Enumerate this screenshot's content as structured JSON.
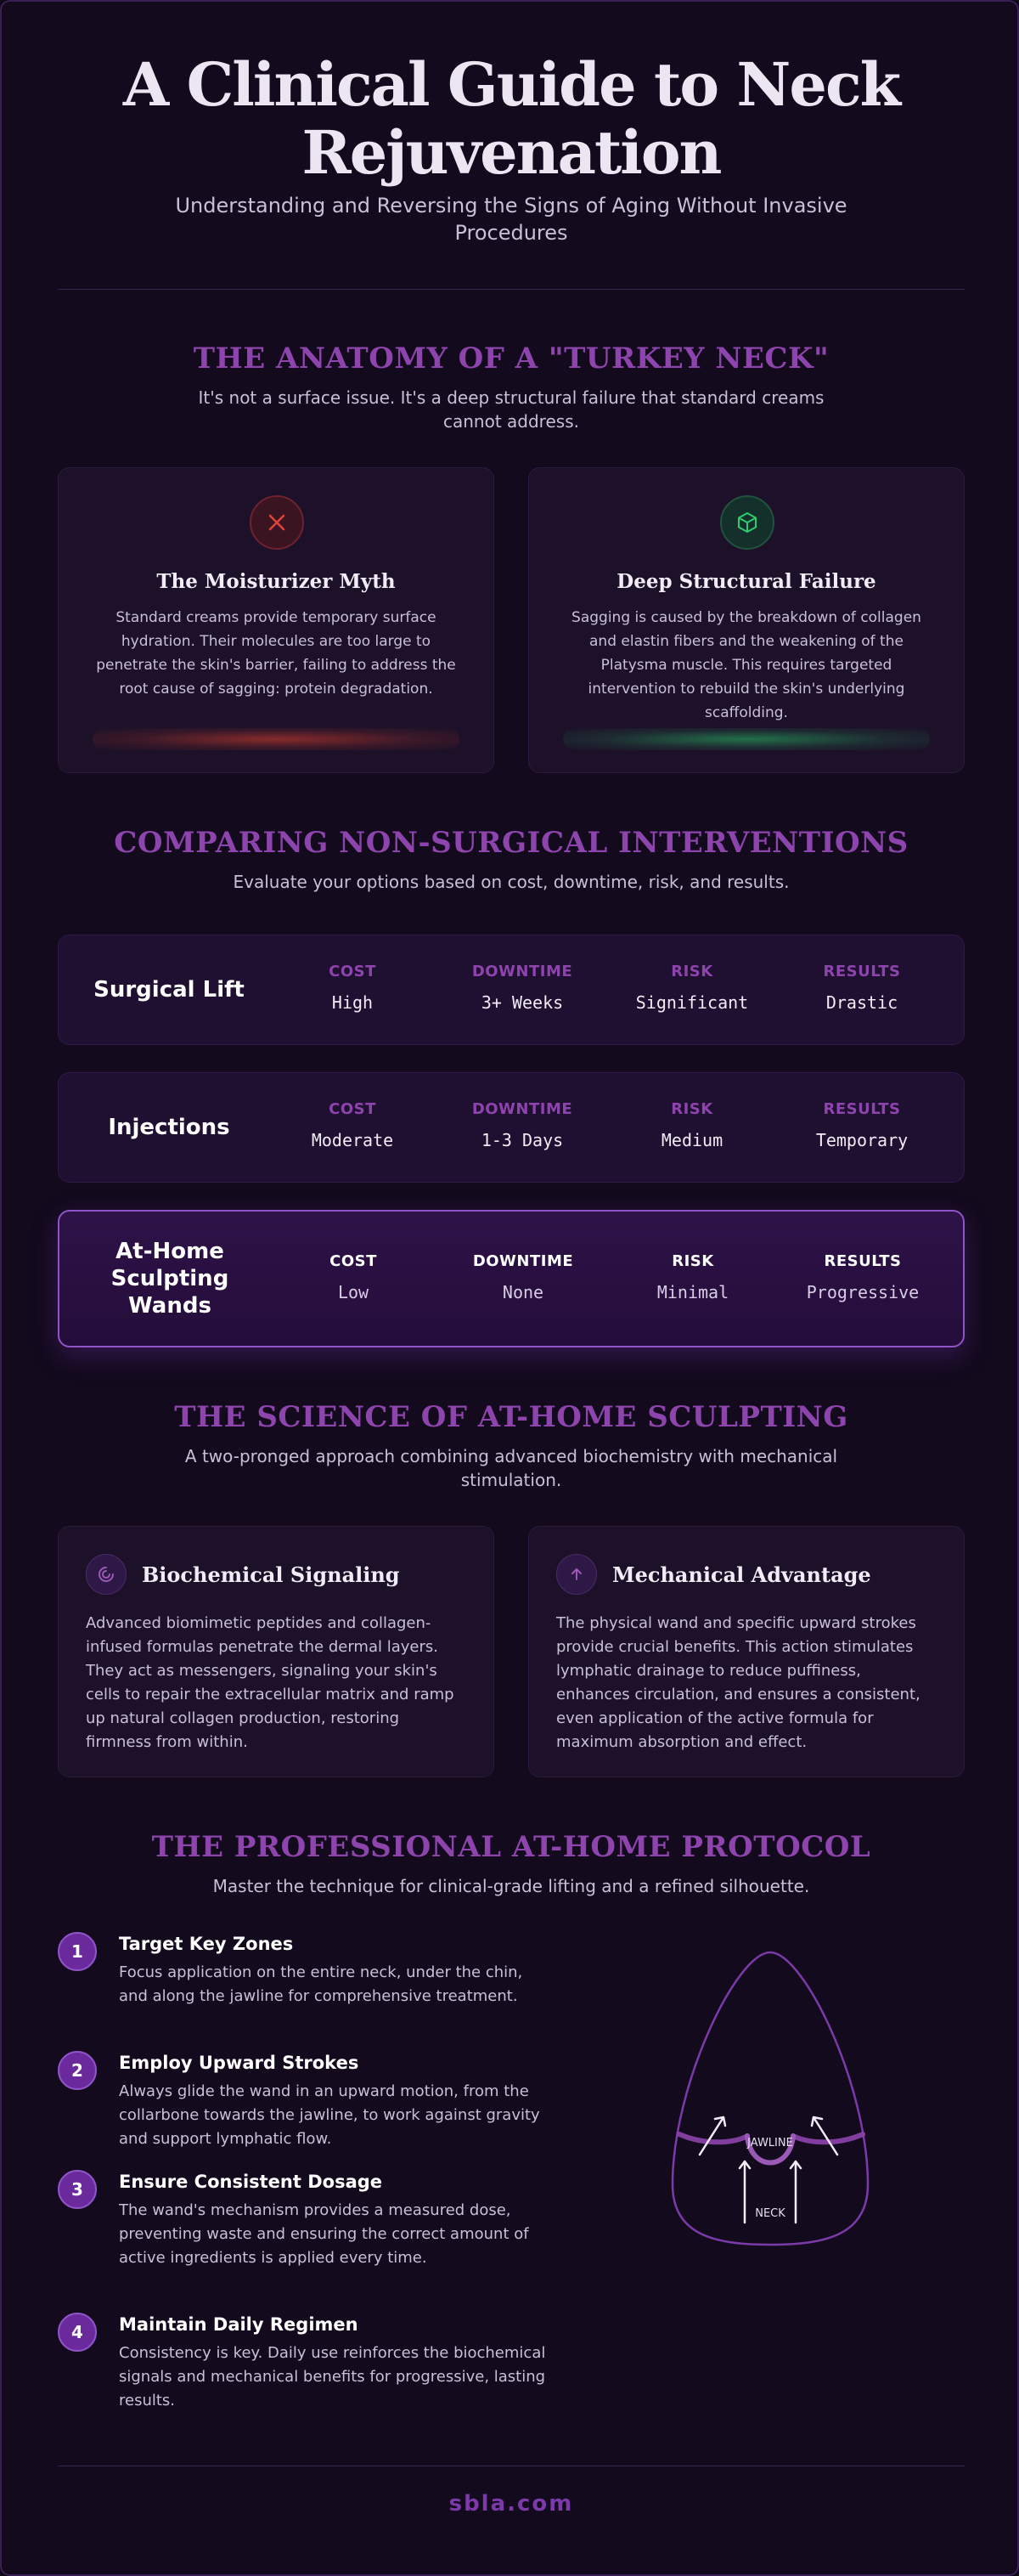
{
  "hero": {
    "title_line1": "A Clinical Guide to Neck",
    "title_line2": "Rejuvenation",
    "subtitle": "Understanding and Reversing the Signs of Aging Without Invasive Procedures"
  },
  "anatomy": {
    "title": "THE ANATOMY OF A \"TURKEY NECK\"",
    "subtitle": "It's not a surface issue. It's a deep structural failure that standard creams cannot address.",
    "cards": [
      {
        "icon": "x-icon",
        "title": "The Moisturizer Myth",
        "text": "Standard creams provide temporary surface hydration. Their molecules are too large to penetrate the skin's barrier, failing to address the root cause of sagging: protein degradation.",
        "accent": "#c0392b"
      },
      {
        "icon": "cube-icon",
        "title": "Deep Structural Failure",
        "text": "Sagging is caused by the breakdown of collagen and elastin fibers and the weakening of the Platysma muscle. This requires targeted intervention to rebuild the skin's underlying scaffolding.",
        "accent": "#27ae60"
      }
    ]
  },
  "compare": {
    "title": "COMPARING NON-SURGICAL INTERVENTIONS",
    "subtitle": "Evaluate your options based on cost, downtime, risk, and results.",
    "headers": [
      "COST",
      "DOWNTIME",
      "RISK",
      "RESULTS"
    ],
    "rows": [
      {
        "name": "Surgical Lift",
        "values": [
          "High",
          "3+ Weeks",
          "Significant",
          "Drastic"
        ]
      },
      {
        "name": "Injections",
        "values": [
          "Moderate",
          "1-3 Days",
          "Medium",
          "Temporary"
        ]
      },
      {
        "name": "At-Home Sculpting Wands",
        "values": [
          "Low",
          "None",
          "Minimal",
          "Progressive"
        ]
      }
    ]
  },
  "science": {
    "title": "THE SCIENCE OF AT-HOME SCULPTING",
    "subtitle": "A two-pronged approach combining advanced biochemistry with mechanical stimulation.",
    "cards": [
      {
        "icon": "spiral-icon",
        "title": "Biochemical Signaling",
        "text": "Advanced biomimetic peptides and collagen-infused formulas penetrate the dermal layers. They act as messengers, signaling your skin's cells to repair the extracellular matrix and ramp up natural collagen production, restoring firmness from within."
      },
      {
        "icon": "arrow-up-icon",
        "title": "Mechanical Advantage",
        "text": "The physical wand and specific upward strokes provide crucial benefits. This action stimulates lymphatic drainage to reduce puffiness, enhances circulation, and ensures a consistent, even application of the active formula for maximum absorption and effect."
      }
    ]
  },
  "protocol": {
    "title": "THE PROFESSIONAL AT-HOME PROTOCOL",
    "subtitle": "Master the technique for clinical-grade lifting and a refined silhouette.",
    "steps": [
      {
        "num": "1",
        "title": "Target Key Zones",
        "text": "Focus application on the entire neck, under the chin, and along the jawline for comprehensive treatment."
      },
      {
        "num": "2",
        "title": "Employ Upward Strokes",
        "text": "Always glide the wand in an upward motion, from the collarbone towards the jawline, to work against gravity and support lymphatic flow."
      },
      {
        "num": "3",
        "title": "Ensure Consistent Dosage",
        "text": "The wand's mechanism provides a measured dose, preventing waste and ensuring the correct amount of active ingredients is applied every time."
      },
      {
        "num": "4",
        "title": "Maintain Daily Regimen",
        "text": "Consistency is key. Daily use reinforces the biochemical signals and mechanical benefits for progressive, lasting results."
      }
    ],
    "diagram": {
      "jawline_label": "JAWLINE",
      "neck_label": "NECK"
    }
  },
  "footer": {
    "brand": "sbla.com"
  },
  "colors": {
    "accent": "#8e44ad",
    "background": "#130a1d",
    "card": "#1c1128"
  }
}
